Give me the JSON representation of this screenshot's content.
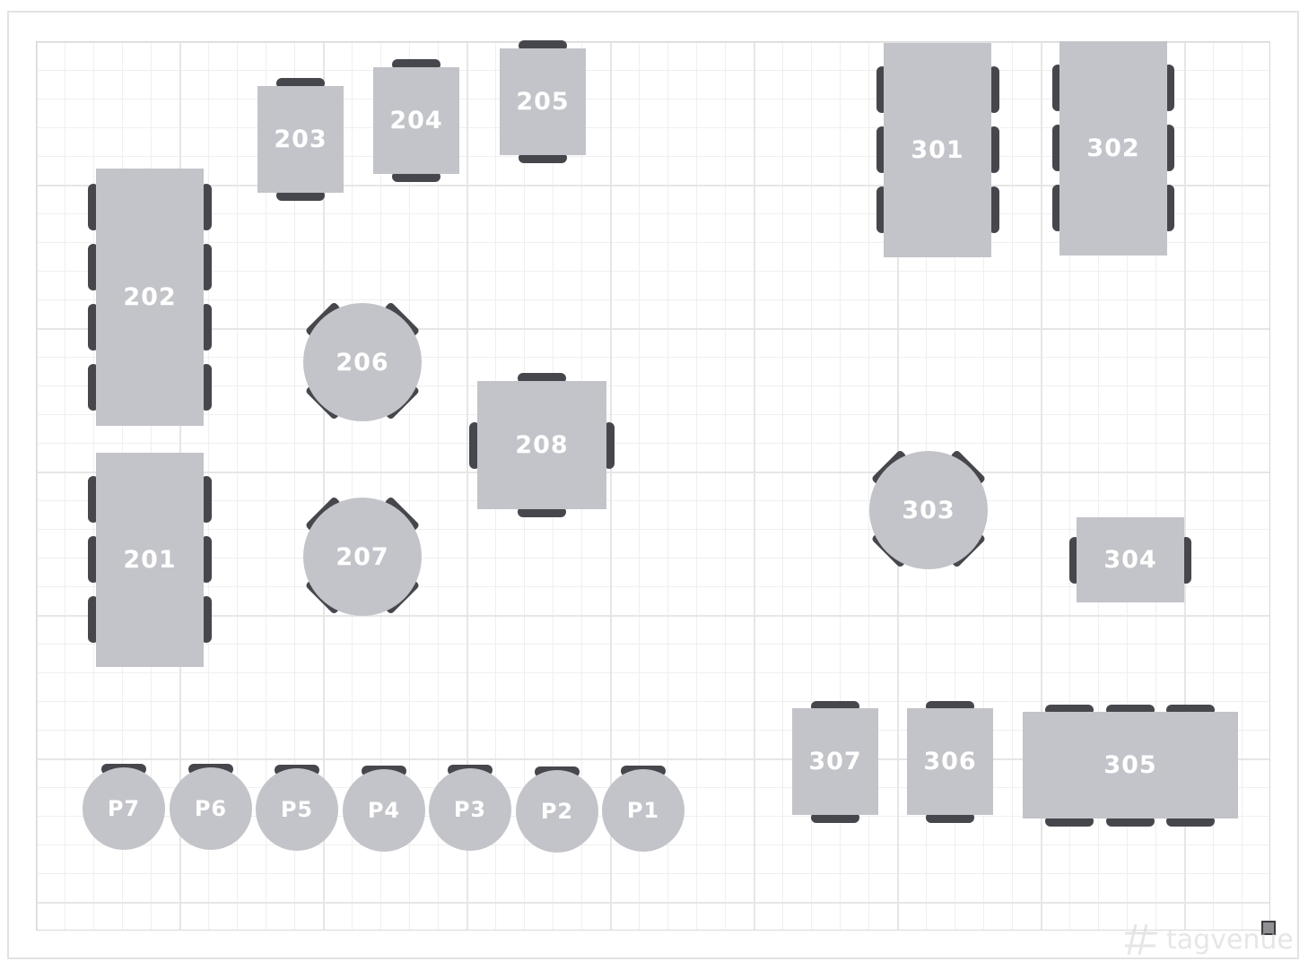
{
  "brand": {
    "watermark": "tagvenue"
  },
  "tables": {
    "t201": "201",
    "t202": "202",
    "t203": "203",
    "t204": "204",
    "t205": "205",
    "t206": "206",
    "t207": "207",
    "t208": "208",
    "t301": "301",
    "t302": "302",
    "t303": "303",
    "t304": "304",
    "t305": "305",
    "t306": "306",
    "t307": "307",
    "p1": "P1",
    "p2": "P2",
    "p3": "P3",
    "p4": "P4",
    "p5": "P5",
    "p6": "P6",
    "p7": "P7"
  },
  "colors": {
    "table": "#c3c4c9",
    "chair": "#46474c",
    "grid": "#e6e6e6"
  }
}
